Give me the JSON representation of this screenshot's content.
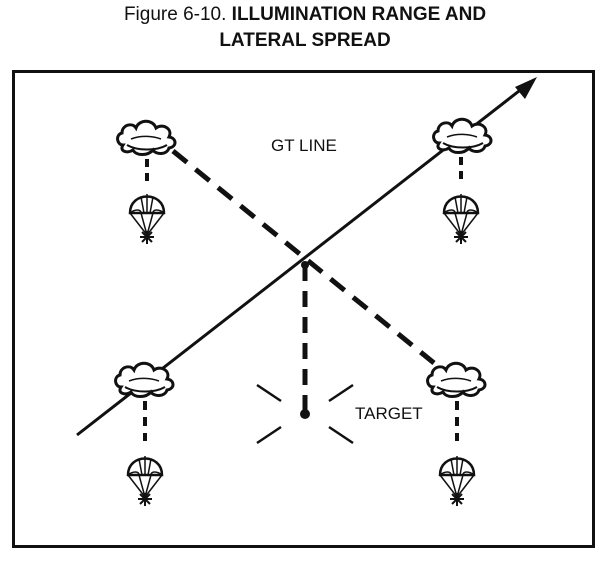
{
  "figure": {
    "number": "Figure 6-10.",
    "title_line1": "ILLUMINATION RANGE AND",
    "title_line2": "LATERAL SPREAD"
  },
  "labels": {
    "gt_line": "GT LINE",
    "target": "TARGET"
  },
  "icons": [
    "cloud-icon",
    "parachute-flare-icon",
    "target-mark-icon",
    "arrowhead-icon"
  ],
  "colors": {
    "ink": "#111111",
    "paper": "#ffffff"
  }
}
